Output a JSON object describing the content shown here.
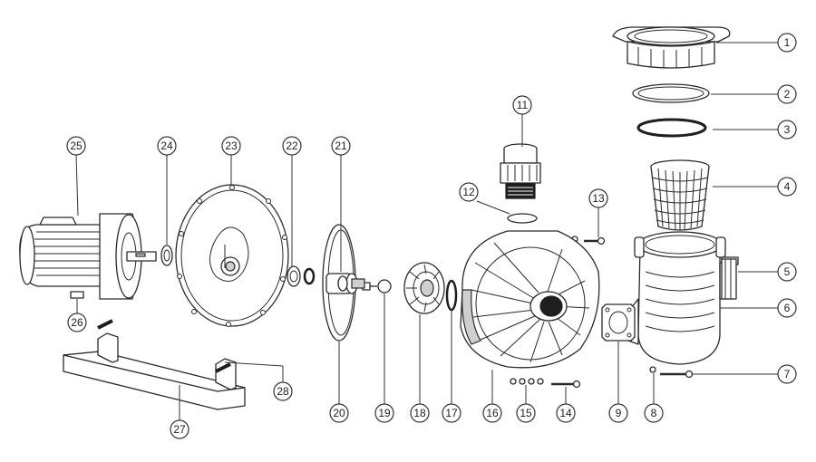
{
  "callouts": [
    "1",
    "2",
    "3",
    "4",
    "5",
    "6",
    "7",
    "8",
    "9",
    "11",
    "12",
    "13",
    "14",
    "15",
    "16",
    "17",
    "18",
    "19",
    "20",
    "21",
    "22",
    "23",
    "24",
    "25",
    "26",
    "27",
    "28"
  ],
  "colors": {
    "line": "#2a2a2a",
    "fill_gray": "#cfcfcf",
    "fill_dark": "#1e1e1e",
    "background": "#ffffff"
  }
}
